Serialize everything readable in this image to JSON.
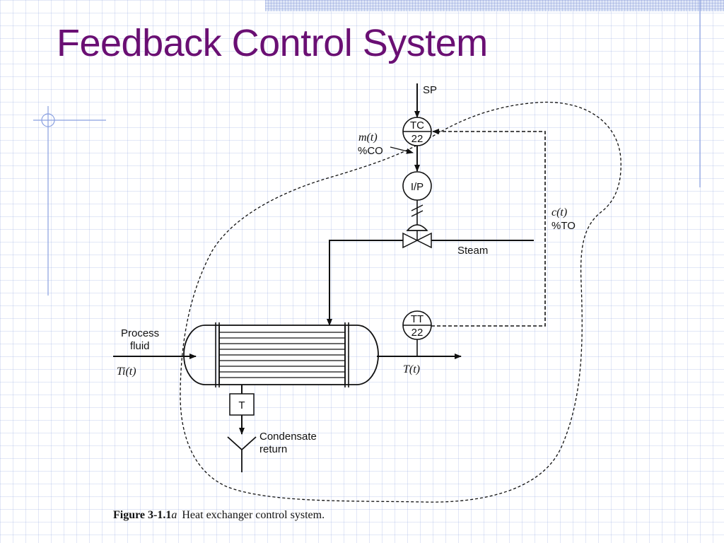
{
  "slide": {
    "title": "Feedback Control System"
  },
  "diagram": {
    "setpoint_label": "SP",
    "controller": {
      "tag": "TC",
      "number": "22"
    },
    "controller_output": {
      "symbol": "m(t)",
      "unit": "%CO"
    },
    "converter": {
      "tag": "I/P"
    },
    "transmitter": {
      "tag": "TT",
      "number": "22"
    },
    "transmitter_output": {
      "symbol": "c(t)",
      "unit": "%TO"
    },
    "steam_label": "Steam",
    "process_fluid_label_line1": "Process",
    "process_fluid_label_line2": "fluid",
    "inlet_temperature": "Ti(t)",
    "outlet_temperature": "T(t)",
    "trap_label": "T",
    "condensate_label_line1": "Condensate",
    "condensate_label_line2": "return"
  },
  "caption": {
    "figure_number": "Figure 3-1.1",
    "figure_suffix": "a",
    "text": "Heat exchanger control system."
  }
}
